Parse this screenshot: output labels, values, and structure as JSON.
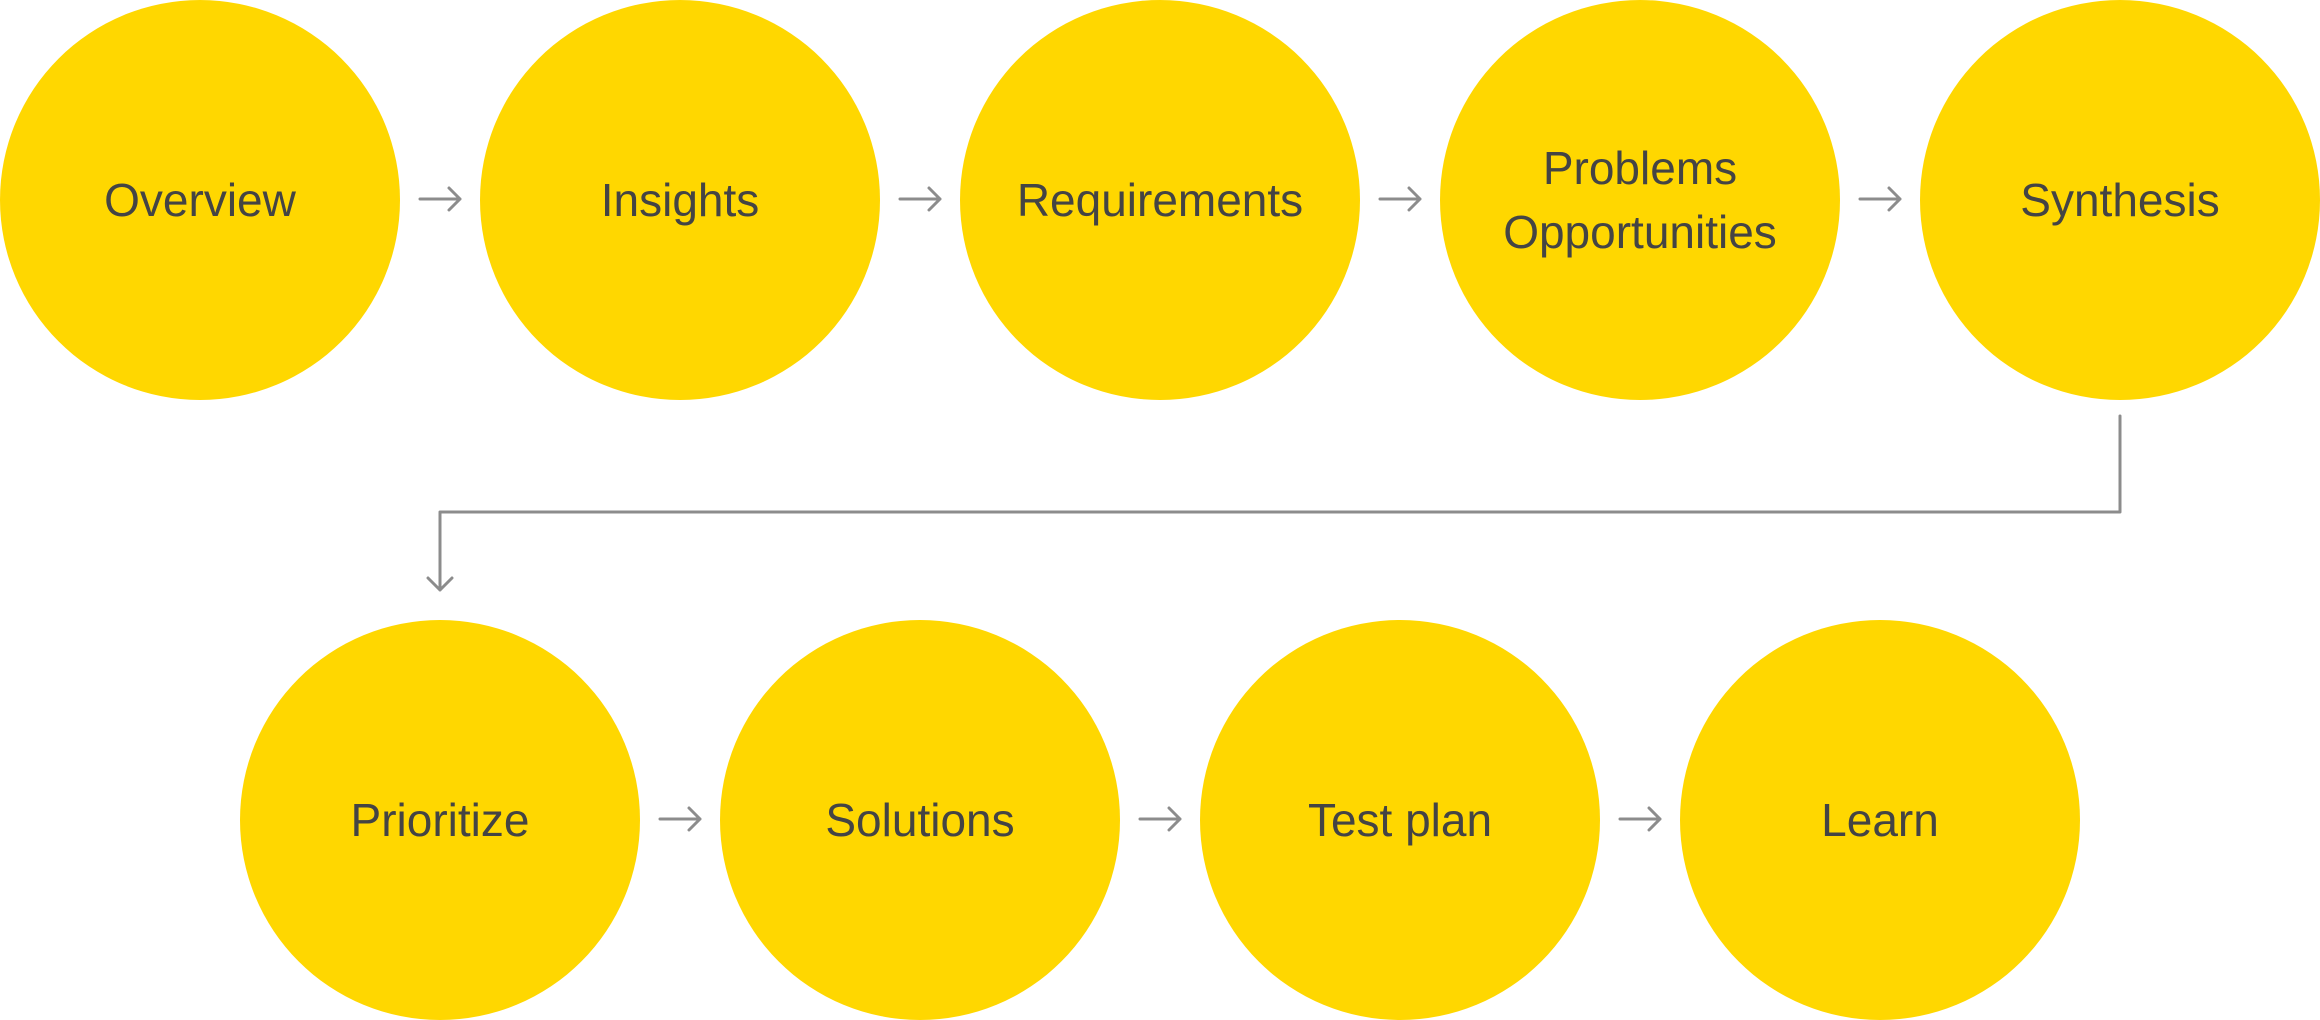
{
  "colors": {
    "node_fill": "#FFD700",
    "node_text": "#444444",
    "connector": "#8C8C8C"
  },
  "diagram": {
    "rows": [
      {
        "nodes": [
          {
            "id": "overview",
            "lines": [
              "Overview"
            ]
          },
          {
            "id": "insights",
            "lines": [
              "Insights"
            ]
          },
          {
            "id": "requirements",
            "lines": [
              "Requirements"
            ]
          },
          {
            "id": "problems-opportunities",
            "lines": [
              "Problems",
              "Opportunities"
            ]
          },
          {
            "id": "synthesis",
            "lines": [
              "Synthesis"
            ]
          }
        ]
      },
      {
        "nodes": [
          {
            "id": "prioritize",
            "lines": [
              "Prioritize"
            ]
          },
          {
            "id": "solutions",
            "lines": [
              "Solutions"
            ]
          },
          {
            "id": "test-plan",
            "lines": [
              "Test plan"
            ]
          },
          {
            "id": "learn",
            "lines": [
              "Learn"
            ]
          }
        ]
      }
    ]
  }
}
